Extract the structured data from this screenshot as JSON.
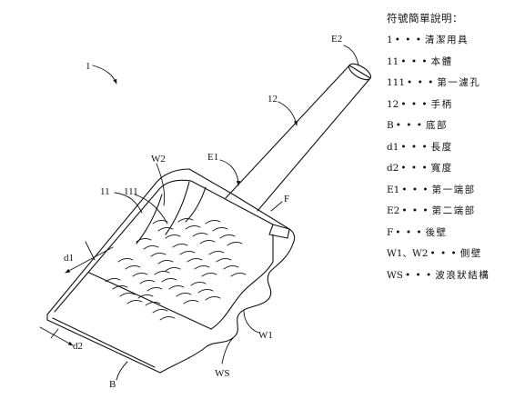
{
  "figure": {
    "labels": {
      "ref_1": "1",
      "ref_11": "11",
      "ref_111": "111",
      "ref_12": "12",
      "ref_E1": "E1",
      "ref_E2": "E2",
      "ref_F": "F",
      "ref_W1": "W1",
      "ref_W2": "W2",
      "ref_WS": "WS",
      "ref_B": "B",
      "ref_d1": "d1",
      "ref_d2": "d2"
    }
  },
  "legend": {
    "title": "符號簡單說明：",
    "dots": "• • •",
    "items": [
      {
        "code": "1",
        "desc": "清潔用具"
      },
      {
        "code": "11",
        "desc": "本體"
      },
      {
        "code": "111",
        "desc": "第一濾孔"
      },
      {
        "code": "12",
        "desc": "手柄"
      },
      {
        "code": "B",
        "desc": "底部"
      },
      {
        "code": "d1",
        "desc": "長度"
      },
      {
        "code": "d2",
        "desc": "寬度"
      },
      {
        "code": "E1",
        "desc": "第一端部"
      },
      {
        "code": "E2",
        "desc": "第二端部"
      },
      {
        "code": "F",
        "desc": "後壁"
      },
      {
        "code": "W1、W2",
        "desc": "側壁"
      },
      {
        "code": "WS",
        "desc": "波浪狀結構"
      }
    ]
  }
}
